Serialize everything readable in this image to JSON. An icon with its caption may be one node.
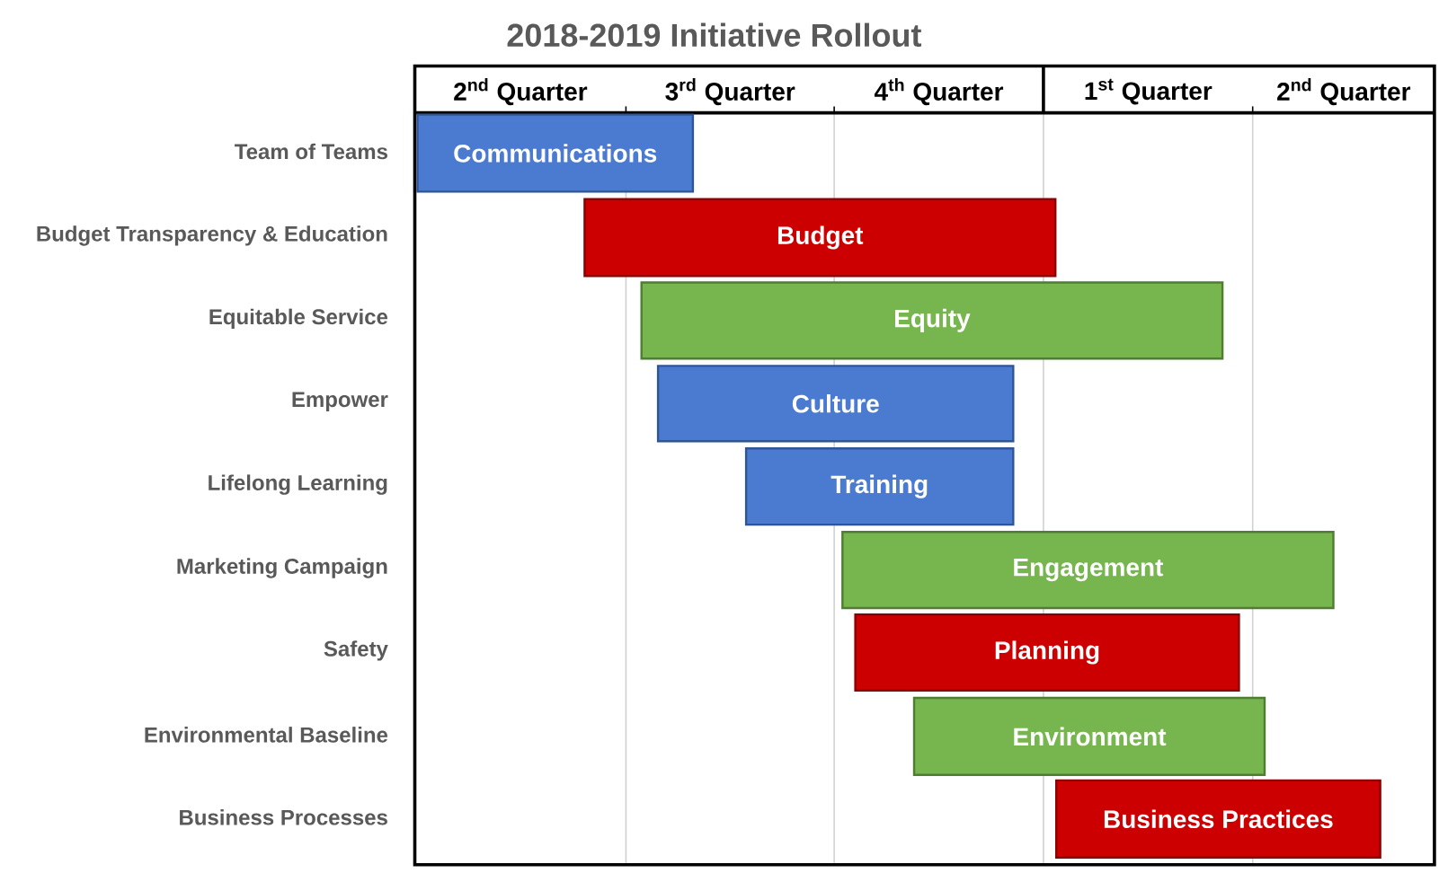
{
  "diagram": {
    "title": "2018-2019 Initiative Rollout",
    "nodes": [
      {
        "text": [
          "Communications"
        ]
      },
      {
        "text": [
          "Budget"
        ]
      },
      {
        "text": [
          "Equity"
        ]
      },
      {
        "text": [
          "Culture"
        ]
      },
      {
        "text": [
          "Training"
        ]
      },
      {
        "text": [
          "Engagement"
        ]
      },
      {
        "text": [
          "Planning"
        ]
      },
      {
        "text": [
          "Environment"
        ]
      },
      {
        "text": [
          "Business Practices"
        ]
      }
    ],
    "labels": [
      "2$^{nd}$ Quarter",
      "3$^{rd}$ Quarter",
      "4$^{th}$ Quarter",
      "1$^{st}$ Quarter",
      "2$^{nd}$ Quarter",
      "Team of Teams",
      "Budget Transparency & Education",
      "Equitable Service",
      "Empower",
      "Lifelong Learning",
      "Marketing Campaign",
      "Safety",
      "Environmental Baseline",
      "Business Processes"
    ]
  }
}
